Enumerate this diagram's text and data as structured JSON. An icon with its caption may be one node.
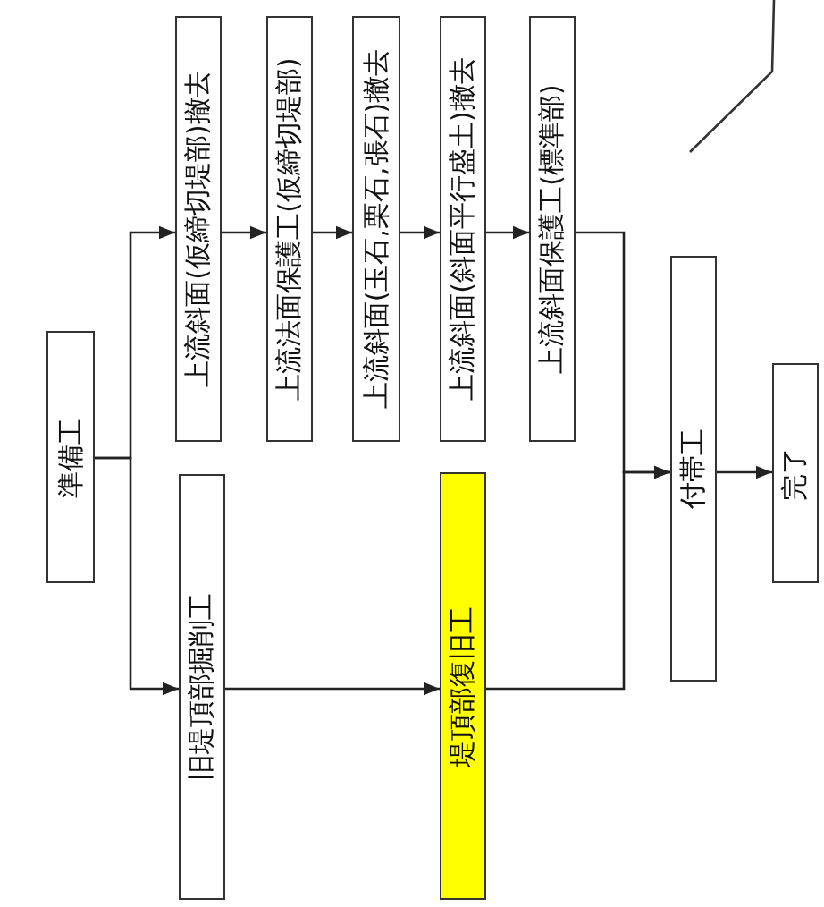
{
  "diagram": {
    "nodes": [
      {
        "text": [
          "準備工"
        ]
      },
      {
        "text": [
          "上流斜面(仮締切堤部)撤去"
        ]
      },
      {
        "text": [
          "上流法面保護工(仮締切堤部)"
        ]
      },
      {
        "text": [
          "上流斜面(玉石,栗石,張石)撤去"
        ]
      },
      {
        "text": [
          "上流斜面(斜面平行盛土)撤去"
        ]
      },
      {
        "text": [
          "上流斜面保護工(標準部)"
        ]
      },
      {
        "text": [
          "旧堤頂部掘削工"
        ]
      },
      {
        "text": [
          "堤頂部復旧工"
        ]
      },
      {
        "text": [
          "付帯工"
        ]
      },
      {
        "text": [
          "完了"
        ]
      }
    ],
    "edges": [
      {
        "from": 0,
        "to": 1,
        "arrow": "to"
      },
      {
        "from": 0,
        "to": 6,
        "arrow": "to"
      },
      {
        "from": 1,
        "to": 2,
        "arrow": "to"
      },
      {
        "from": 2,
        "to": 3,
        "arrow": "to"
      },
      {
        "from": 3,
        "to": 4,
        "arrow": "to"
      },
      {
        "from": 4,
        "to": 5,
        "arrow": "to"
      },
      {
        "from": 6,
        "to": 7,
        "arrow": "to"
      },
      {
        "from": 5,
        "to": 8,
        "arrow": "to"
      },
      {
        "from": 7,
        "to": 8,
        "arrow": "to"
      },
      {
        "from": 8,
        "to": 9,
        "arrow": "to"
      }
    ]
  }
}
